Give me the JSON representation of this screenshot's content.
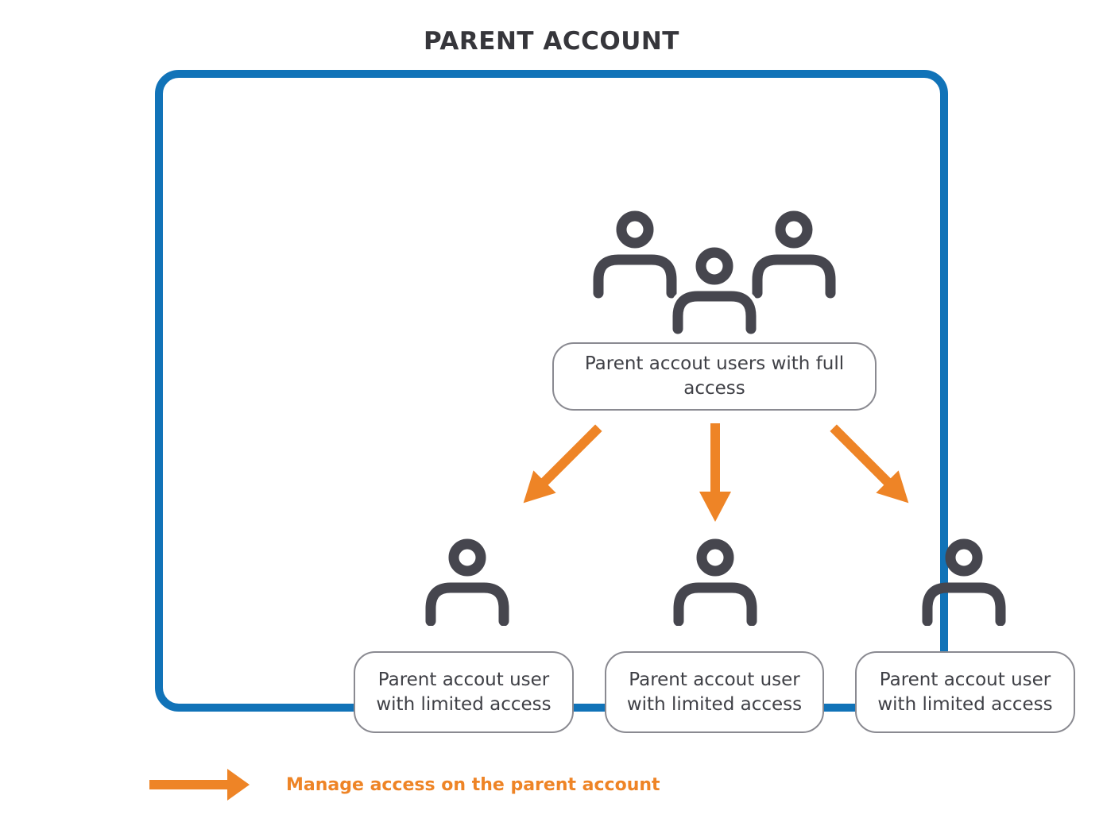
{
  "title": "PARENT ACCOUNT",
  "top_node": {
    "label": "Parent accout users with full access"
  },
  "child_nodes": [
    {
      "line1": "Parent accout user",
      "line2": "with limited access"
    },
    {
      "line1": "Parent accout user",
      "line2": "with limited access"
    },
    {
      "line1": "Parent accout user",
      "line2": "with limited access"
    }
  ],
  "legend": {
    "label": "Manage access on the parent account"
  },
  "icons": {
    "group": "users-group-icon",
    "person": "user-icon",
    "arrows": [
      "arrow-down-left-icon",
      "arrow-down-icon",
      "arrow-down-right-icon"
    ],
    "legend_arrow": "arrow-right-icon"
  },
  "colors": {
    "border_blue": "#1173B8",
    "arrow_orange": "#EE8426",
    "icon_dark": "#46464E",
    "text_dark": "#3F4046",
    "node_border_gray": "#8A8A91",
    "title_dark": "#36363B"
  }
}
